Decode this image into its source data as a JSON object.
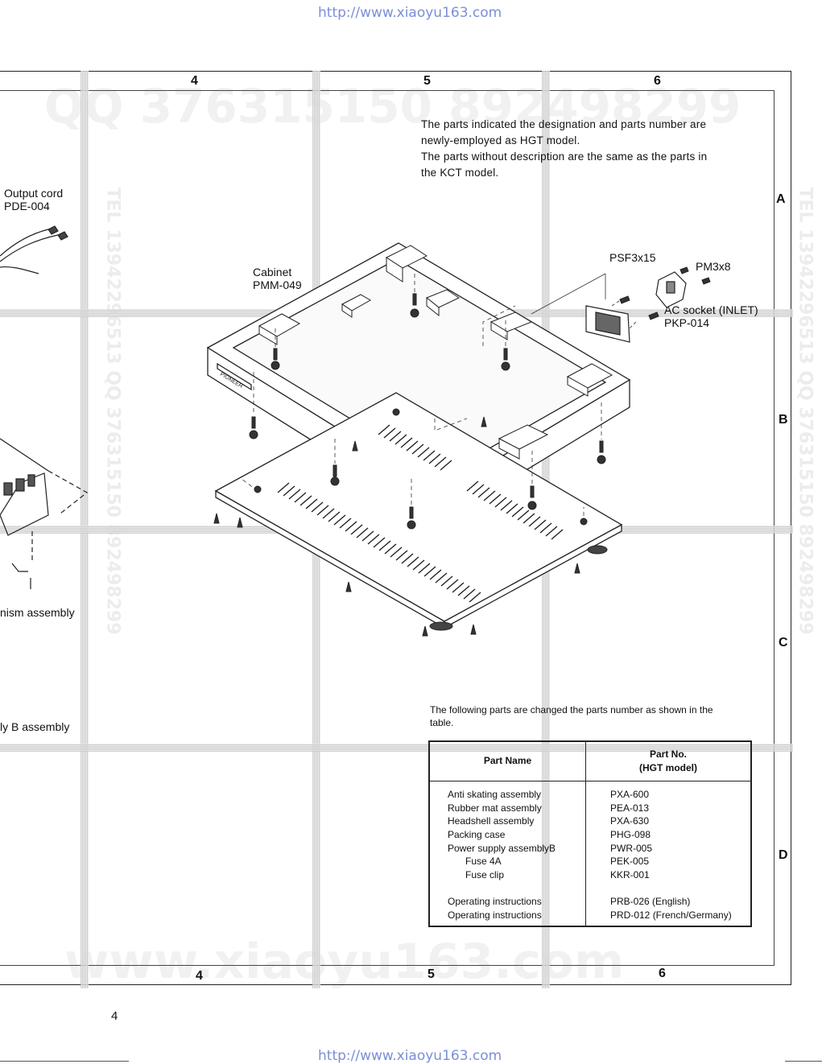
{
  "header_url": "http://www.xiaoyu163.com",
  "footer_url": "http://www.xiaoyu163.com",
  "watermark_top": "QQ 376315150   892498299",
  "watermark_bottom": "www.xiaoyu163.com",
  "watermark_side": "TEL 13942296513   QQ 376315150   892498299",
  "columns_top": [
    "4",
    "5",
    "6"
  ],
  "columns_bottom": [
    "4",
    "5",
    "6"
  ],
  "rows": [
    "A",
    "B",
    "C",
    "D"
  ],
  "page_number": "4",
  "note": {
    "line1": "The parts indicated the designation and parts number are",
    "line2": "newly-employed as HGT model.",
    "line3": "The parts without description are the same as the parts in",
    "line4": "the KCT model."
  },
  "labels": {
    "output_cord_name": "Output cord",
    "output_cord_part": "PDE-004",
    "cabinet_name": "Cabinet",
    "cabinet_part": "PMM-049",
    "psf": "PSF3x15",
    "pm": "PM3x8",
    "ac_socket_name": "AC socket (INLET)",
    "ac_socket_part": "PKP-014",
    "mechanism": "nism assembly",
    "b_assembly": "ly B assembly",
    "brand": "PIONEER"
  },
  "table_intro_1": "The following parts are changed the parts number as shown in the",
  "table_intro_2": "table.",
  "parts_table": {
    "header_name": "Part Name",
    "header_no_1": "Part No.",
    "header_no_2": "(HGT model)",
    "rows": [
      {
        "name": "Anti skating assembly",
        "no": "PXA-600"
      },
      {
        "name": "Rubber mat assembly",
        "no": "PEA-013"
      },
      {
        "name": "Headshell assembly",
        "no": "PXA-630"
      },
      {
        "name": "Packing case",
        "no": "PHG-098"
      },
      {
        "name": "Power supply assemblyB",
        "no": "PWR-005"
      },
      {
        "name": "Fuse 4A",
        "no": "PEK-005"
      },
      {
        "name": "Fuse clip",
        "no": "KKR-001"
      },
      {
        "name": "Operating instructions",
        "no": "PRB-026 (English)"
      },
      {
        "name": "Operating instructions",
        "no": "PRD-012 (French/Germany)"
      }
    ]
  }
}
